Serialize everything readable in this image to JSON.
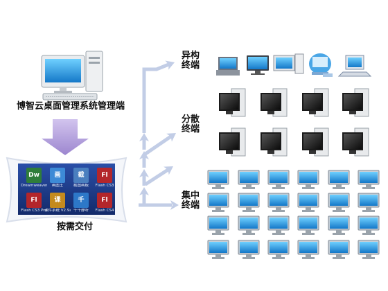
{
  "server_label": "博智云桌面管理系统管理端",
  "delivery_label": "按需交付",
  "groups": {
    "heterogeneous": "异构\n终端",
    "distributed": "分散\n终端",
    "centralized": "集中\n终端"
  },
  "desktop_apps": [
    {
      "name": "Dreamweaver CS3",
      "icon": "dreamweaver-icon",
      "color": "#2f7d3a",
      "glyph": "Dw"
    },
    {
      "name": "画图王",
      "icon": "paint-icon",
      "color": "#3d8ad6",
      "glyph": "画"
    },
    {
      "name": "截图画板",
      "icon": "screenshot-icon",
      "color": "#4a7fbf",
      "glyph": "截"
    },
    {
      "name": "Flash CS3",
      "icon": "flash-icon",
      "color": "#b3262b",
      "glyph": "Fl"
    },
    {
      "name": "Flash CS3 Pro",
      "icon": "flash-pro-icon",
      "color": "#b3262b",
      "glyph": "Fl"
    },
    {
      "name": "课件系统 V2.9alt",
      "icon": "courseware-icon",
      "color": "#c48a1e",
      "glyph": "课"
    },
    {
      "name": "千千静听",
      "icon": "music-player-icon",
      "color": "#2d78c8",
      "glyph": "千"
    },
    {
      "name": "Flash CS4",
      "icon": "flash-cs4-icon",
      "color": "#b3262b",
      "glyph": "Fl"
    }
  ],
  "colors": {
    "arrow": "#c2cde6",
    "panel": "#1d3c8c",
    "down_arrow": "#b9a8dc",
    "monitor_blue": "#1d8fd4"
  }
}
